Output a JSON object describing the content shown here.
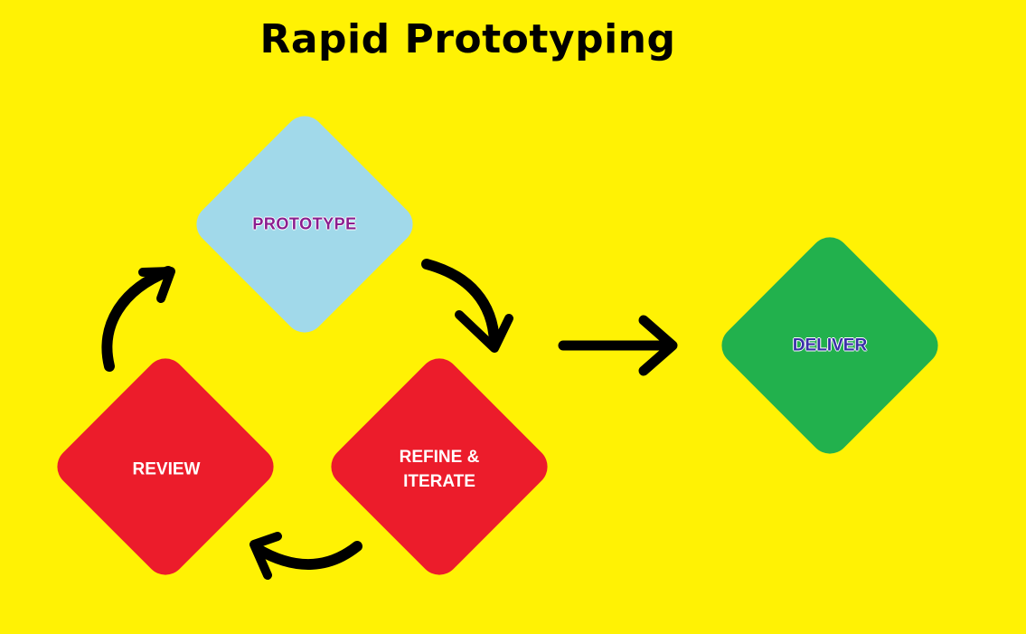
{
  "title": "Rapid Prototyping",
  "nodes": {
    "prototype": {
      "label": "PROTOTYPE",
      "color": "#A1D9EA"
    },
    "refine": {
      "label": "REFINE &\nITERATE",
      "color": "#EC1C2B"
    },
    "review": {
      "label": "REVIEW",
      "color": "#EC1C2B"
    },
    "deliver": {
      "label": "DELIVER",
      "color": "#22B14D"
    }
  },
  "edges": [
    {
      "from": "PROTOTYPE",
      "to": "REFINE & ITERATE"
    },
    {
      "from": "REFINE & ITERATE",
      "to": "REVIEW"
    },
    {
      "from": "REVIEW",
      "to": "PROTOTYPE"
    },
    {
      "from": "REFINE & ITERATE",
      "to": "DELIVER"
    }
  ],
  "colors": {
    "background": "#FFF204",
    "arrow": "#000000"
  }
}
